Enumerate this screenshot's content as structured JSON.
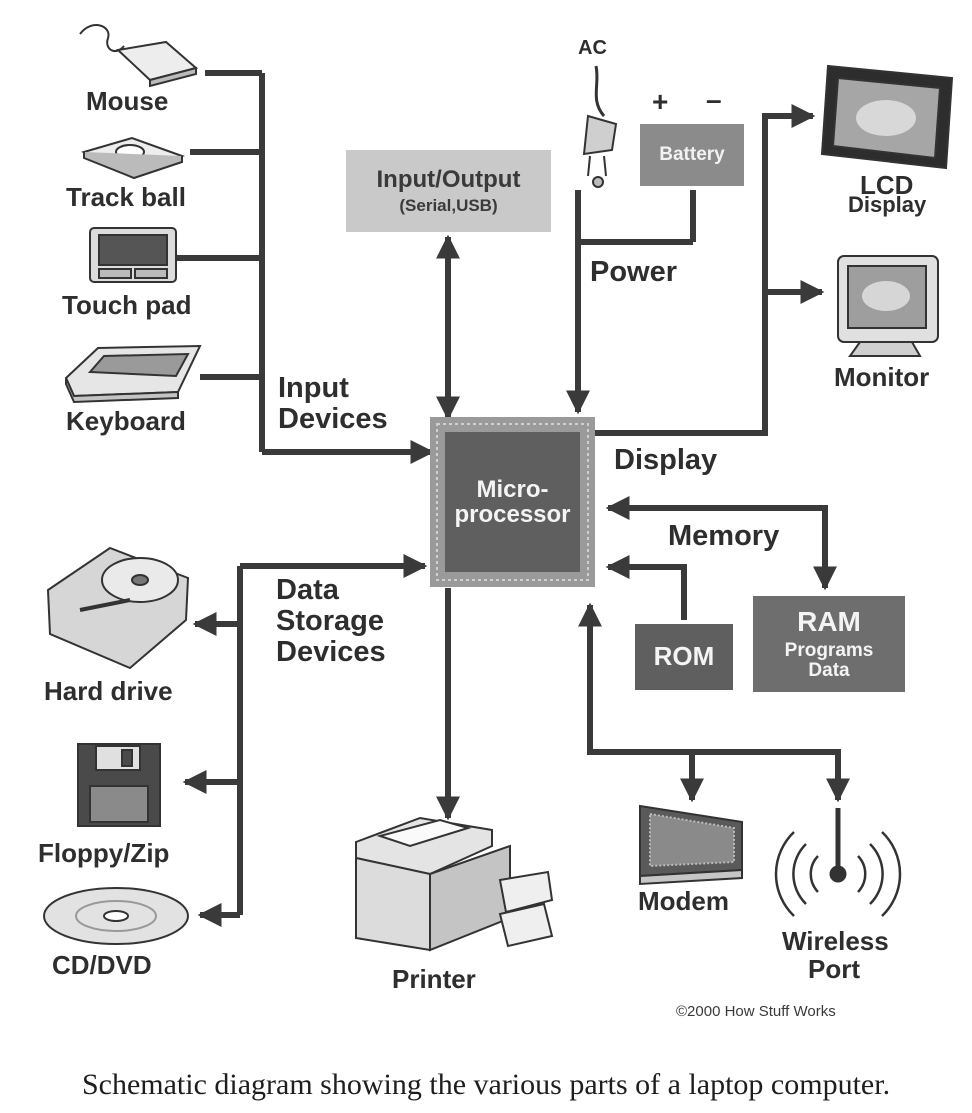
{
  "input_devices": {
    "group_label_1": "Input",
    "group_label_2": "Devices",
    "mouse": "Mouse",
    "trackball": "Track ball",
    "touchpad": "Touch pad",
    "keyboard": "Keyboard"
  },
  "io": {
    "title": "Input/Output",
    "subtitle": "(Serial,USB)"
  },
  "power": {
    "ac": "AC",
    "plus": "+",
    "minus": "–",
    "battery": "Battery",
    "label": "Power"
  },
  "display": {
    "lcd_1": "LCD",
    "lcd_2": "Display",
    "monitor": "Monitor",
    "label": "Display"
  },
  "cpu": {
    "line1": "Micro-",
    "line2": "processor"
  },
  "memory": {
    "label": "Memory",
    "rom": "ROM",
    "ram": "RAM",
    "ram_sub1": "Programs",
    "ram_sub2": "Data"
  },
  "storage": {
    "group_label_1": "Data",
    "group_label_2": "Storage",
    "group_label_3": "Devices",
    "hard_drive": "Hard drive",
    "floppy": "Floppy/Zip",
    "cd": "CD/DVD"
  },
  "output": {
    "printer": "Printer",
    "modem": "Modem",
    "wireless_1": "Wireless",
    "wireless_2": "Port"
  },
  "copyright": "©2000 How Stuff Works",
  "caption": "Schematic diagram showing the various parts of a laptop computer.",
  "colors": {
    "line": "#3a3a3a",
    "cpu": "#5f5f5f",
    "io_box": "#c9c9c9",
    "ram": "#6e6e6e",
    "battery": "#8b8b8b"
  }
}
